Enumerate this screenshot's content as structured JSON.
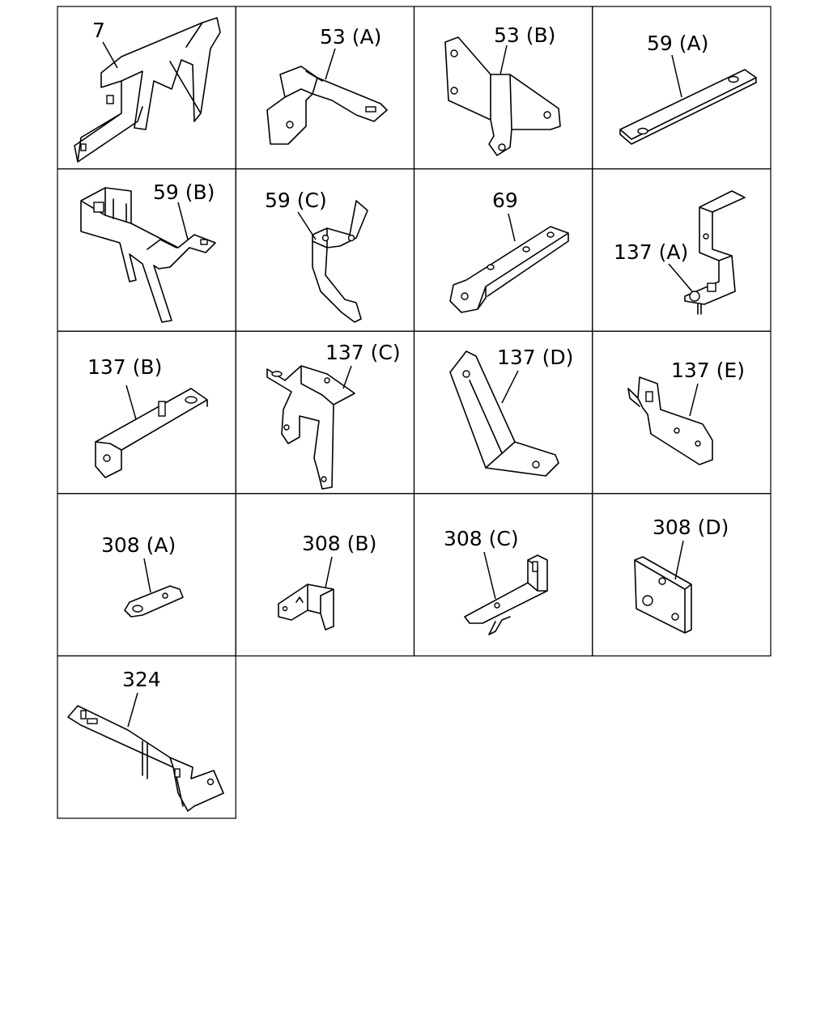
{
  "grid": {
    "rows": [
      [
        "7",
        "53 (A)",
        "53 (B)",
        "59 (A)"
      ],
      [
        "59 (B)",
        "59 (C)",
        "69",
        "137 (A)"
      ],
      [
        "137 (B)",
        "137 (C)",
        "137 (D)",
        "137 (E)"
      ],
      [
        "308 (A)",
        "308 (B)",
        "308 (C)",
        "308 (D)"
      ],
      [
        "324"
      ]
    ]
  }
}
